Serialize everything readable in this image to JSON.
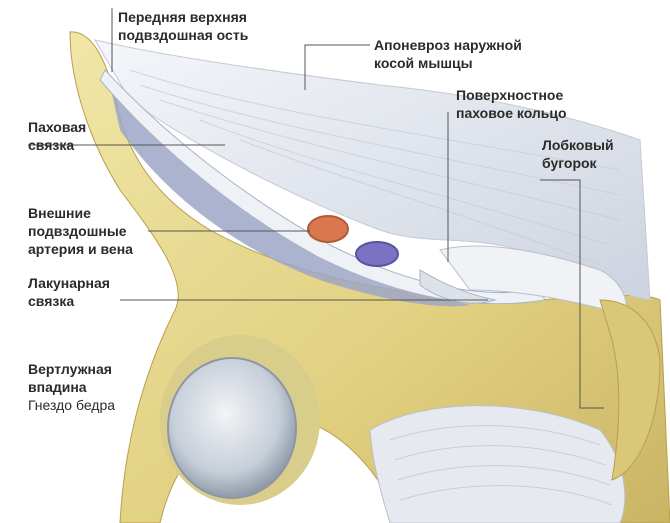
{
  "labels": {
    "asis": {
      "line1": "Передняя верхняя",
      "line2": "подвздошная ость"
    },
    "aponeurosis": {
      "line1": "Апоневроз наружной",
      "line2": "косой мышцы"
    },
    "superficial_ring": {
      "line1": "Поверхностное",
      "line2": "паховое кольцо"
    },
    "inguinal_ligament": {
      "line1": "Паховая",
      "line2": "связка"
    },
    "pubic_tubercle": {
      "line1": "Лобковый",
      "line2": "бугорок"
    },
    "iliac_vessels": {
      "line1": "Внешние",
      "line2": "подвздошные",
      "line3": "артерия и вена"
    },
    "lacunar_ligament": {
      "line1": "Лакунарная",
      "line2": "связка"
    },
    "acetabulum": {
      "line1": "Вертлужная",
      "line2": "впадина",
      "line3": "Гнездо бедра"
    }
  },
  "colors": {
    "bone": "#e3d58c",
    "bone_shadow": "#c9b464",
    "ligament": "#e4e8ee",
    "fascia": "#9ea6c6",
    "artery": "#d9784f",
    "vein": "#7b72c4",
    "leader": "#555555",
    "text": "#2b2b2b"
  }
}
